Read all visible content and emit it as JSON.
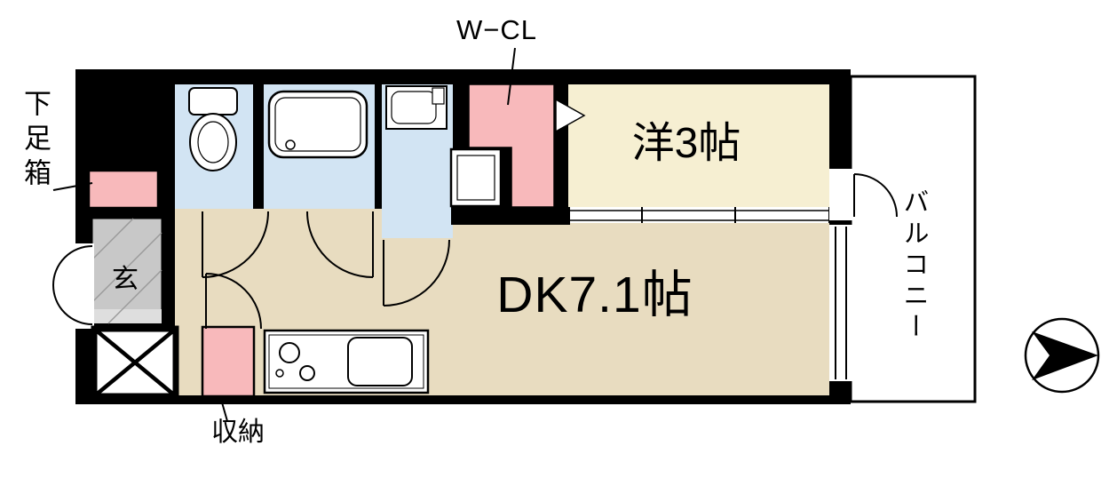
{
  "floorplan": {
    "labels": {
      "walk_in_closet": "W−CL",
      "shoe_box": "下足箱",
      "western_room": "洋3帖",
      "dining_kitchen": "DK7.1帖",
      "entrance": "玄",
      "storage": "収納",
      "balcony": "バルコニー"
    },
    "colors": {
      "wall": "#000000",
      "wet_area_floor": "#d2e4f3",
      "closet_accent": "#f8b9bb",
      "dk_floor": "#e8dcc0",
      "western_room_floor": "#f6efd2",
      "entrance_floor": "#c8c8c8",
      "background": "#ffffff"
    },
    "icons": {
      "compass": "direction-arrow-icon"
    }
  }
}
